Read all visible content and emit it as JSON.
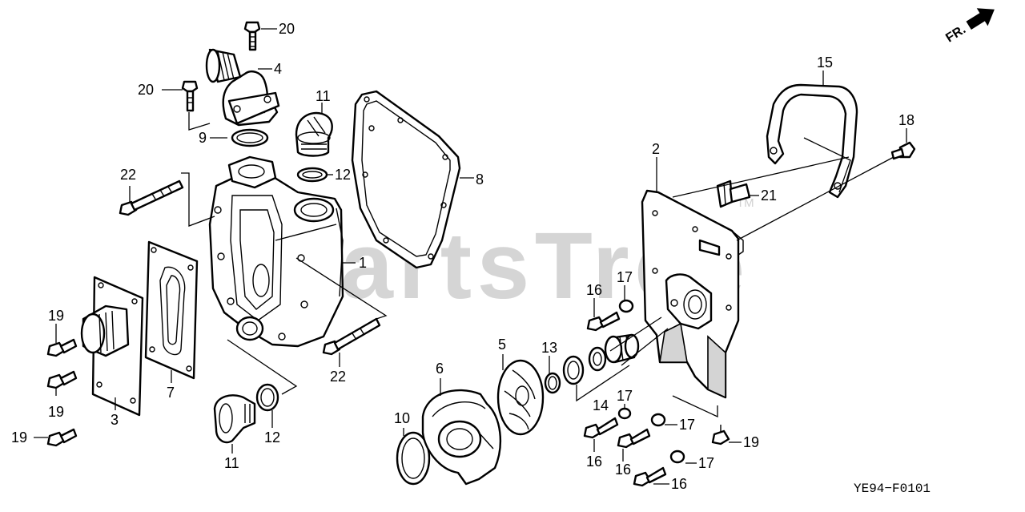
{
  "diagram": {
    "watermark": {
      "brand": "PartsTree",
      "tm": "TM"
    },
    "direction_marker": "FR.",
    "figure_code": "YE94−F0101",
    "callouts": {
      "c20a": "20",
      "c4": "4",
      "c20b": "20",
      "c9": "9",
      "c11a": "11",
      "c12a": "12",
      "c8": "8",
      "c22a": "22",
      "c1": "1",
      "c19a": "19",
      "c19b": "19",
      "c19c": "19",
      "c3": "3",
      "c7": "7",
      "c11b": "11",
      "c12b": "12",
      "c22b": "22",
      "c6": "6",
      "c10": "10",
      "c5": "5",
      "c13": "13",
      "c14": "14",
      "c17a": "17",
      "c17b": "17",
      "c17c": "17",
      "c17d": "17",
      "c16a": "16",
      "c16b": "16",
      "c16c": "16",
      "c16d": "16",
      "c2": "2",
      "c21": "21",
      "c15": "15",
      "c18": "18",
      "c19d": "19"
    }
  }
}
